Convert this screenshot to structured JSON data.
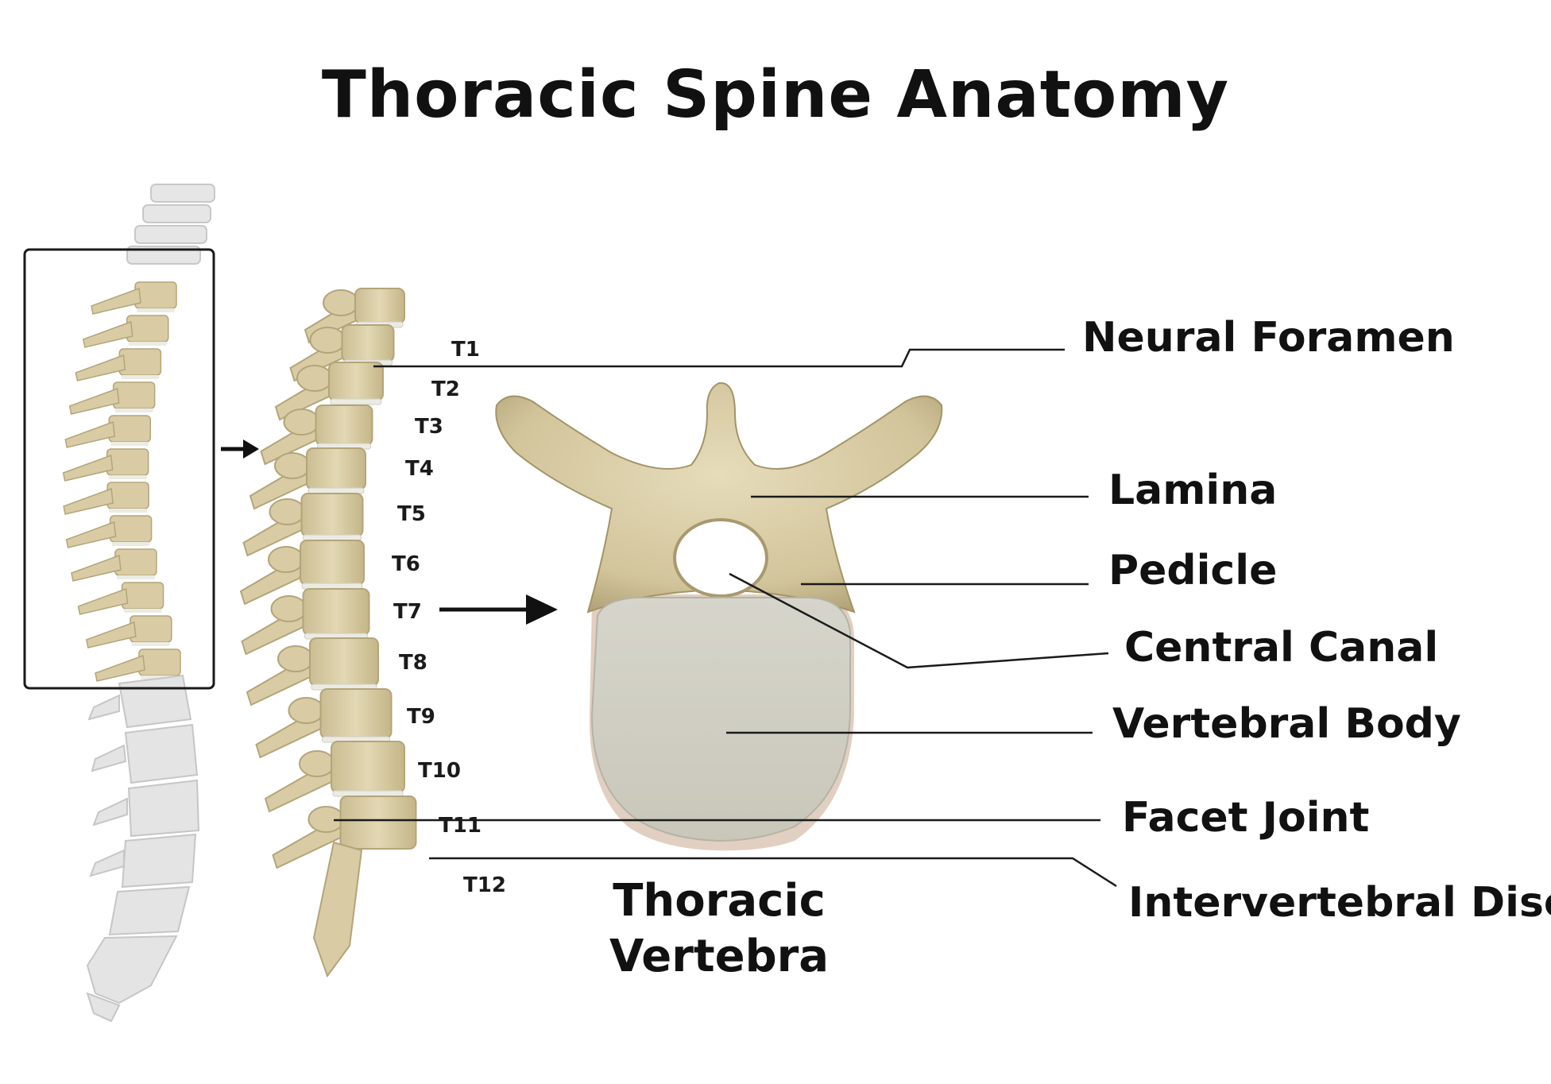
{
  "title": "Thoracic Spine Anatomy",
  "levels": [
    "T1",
    "T2",
    "T3",
    "T4",
    "T5",
    "T6",
    "T7",
    "T8",
    "T9",
    "T10",
    "T11",
    "T12"
  ],
  "labels": {
    "neural_foramen": "Neural Foramen",
    "lamina": "Lamina",
    "pedicle": "Pedicle",
    "central_canal": "Central Canal",
    "vertebral_body": "Vertebral Body",
    "facet_joint": "Facet Joint",
    "intervertebral_disc": "Intervertebral Disc"
  },
  "caption": {
    "line1": "Thoracic",
    "line2": "Vertebra"
  },
  "colors": {
    "bone": "#d9cca4",
    "bone_dark": "#b3a57a",
    "disc": "#ecebe3",
    "body_top": "#cbc9bc",
    "grey_spine": "#e2e2e2"
  }
}
